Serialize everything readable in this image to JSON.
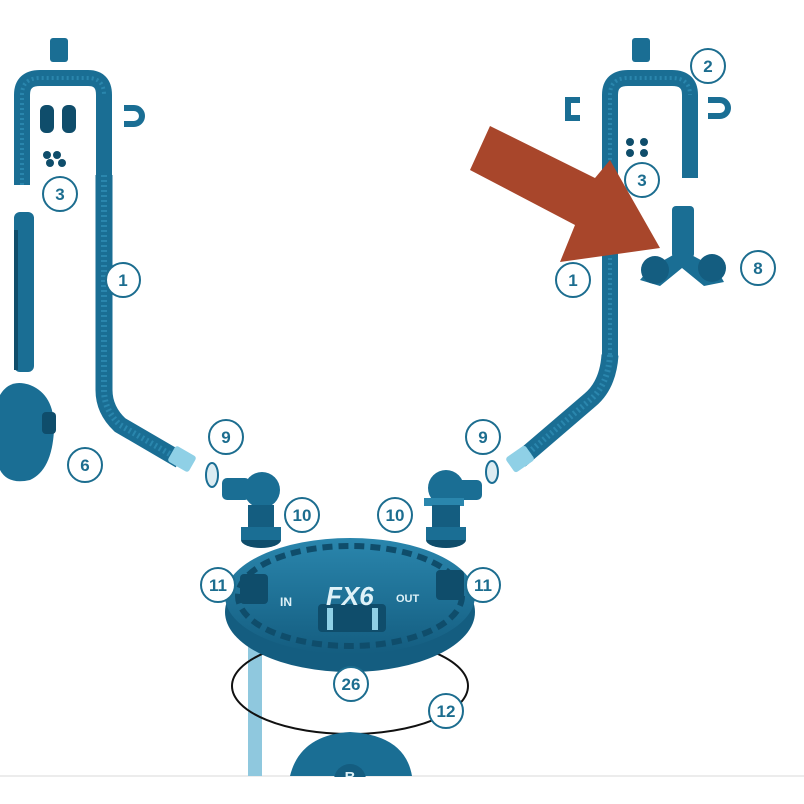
{
  "lid": {
    "brand": "FX6",
    "in_label": "IN",
    "out_label": "OUT"
  },
  "callouts": {
    "intake_tube_left": "1",
    "intake_tube_right": "1",
    "cap_right": "2",
    "clips_left": "3",
    "clips_right": "3",
    "pump_head_left": "6",
    "spray_y_connector": "8",
    "hose_clamp_left": "9",
    "hose_clamp_right": "9",
    "valve_left": "10",
    "valve_right": "10",
    "port_nut_left": "11",
    "port_nut_right": "11",
    "o_ring": "12",
    "lid_housing": "26",
    "lower_part_partial": "B"
  },
  "colors": {
    "part_teal": "#1a6e94",
    "part_dark": "#0f4d6b",
    "part_light": "#4aa3c4",
    "callout_ring": "#1c6d8f",
    "arrow": "#a8462b",
    "background": "#ffffff"
  }
}
